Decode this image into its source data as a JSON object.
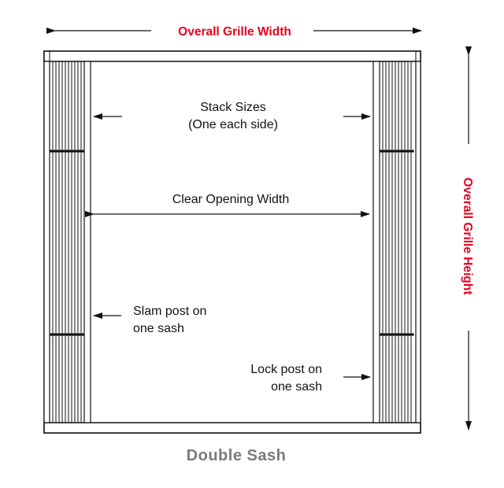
{
  "labels": {
    "overall_width": "Overall Grille Width",
    "overall_height": "Overall  Grille  Height",
    "stack_sizes_line1": "Stack Sizes",
    "stack_sizes_line2": "(One each side)",
    "clear_opening": "Clear Opening Width",
    "slam_post_line1": "Slam post on",
    "slam_post_line2": "one sash",
    "lock_post_line1": "Lock post on",
    "lock_post_line2": "one sash",
    "caption": "Double Sash"
  },
  "colors": {
    "dimension_text": "#e8001c",
    "caption_text": "#7a7a7a",
    "line": "#111111"
  }
}
